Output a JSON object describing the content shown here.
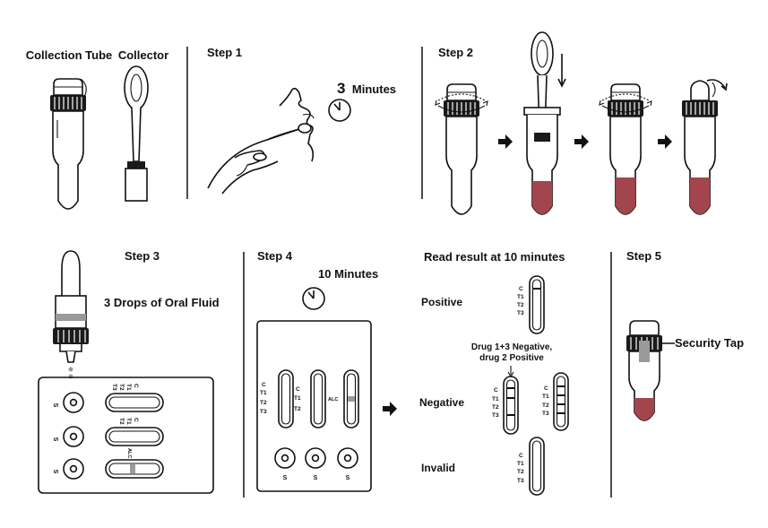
{
  "labels": {
    "collection_tube": "Collection Tube",
    "collector": "Collector",
    "step1": "Step 1",
    "step1_time_num": "3",
    "step1_time_unit": "Minutes",
    "step2": "Step 2",
    "step3": "Step 3",
    "step3_drops": "3 Drops of  Oral Fluid",
    "step4": "Step 4",
    "step4_time": "10 Minutes",
    "read_result": "Read result at 10 minutes",
    "step5": "Step 5",
    "security_tap": "Security Tap",
    "positive": "Positive",
    "negative": "Negative",
    "invalid": "Invalid",
    "neg_note_line1": "Drug 1+3 Negative,",
    "neg_note_line2": "drug 2 Positive"
  },
  "strip": {
    "c": "C",
    "t1": "T1",
    "t2": "T2",
    "t3": "T3",
    "alc": "ALC",
    "s": "S"
  },
  "colors": {
    "sample": "#a3454c",
    "cap": "#1a1a1a",
    "line": "#111111",
    "gray": "#9a9a9a"
  }
}
